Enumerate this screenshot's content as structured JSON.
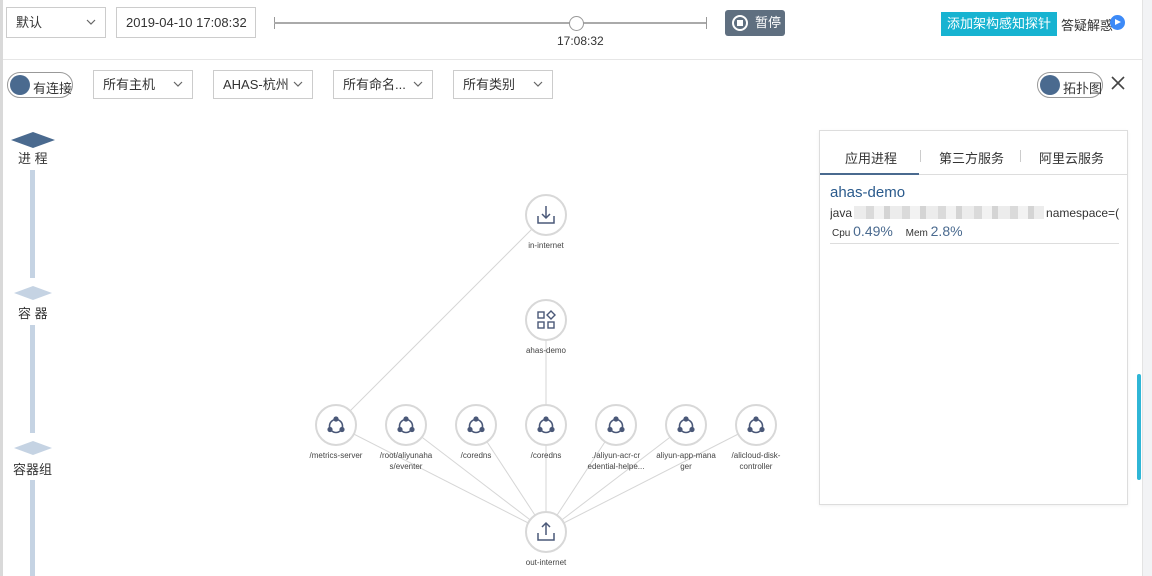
{
  "toolbar": {
    "view_select": "默认",
    "datetime": "2019-04-10 17:08:32",
    "slider_time": "17:08:32",
    "slider_position": 0.7,
    "pause_label": "暂停",
    "add_probe_label": "添加架构感知探针",
    "help_label": "答疑解惑"
  },
  "filters": {
    "connection_toggle": "有连接",
    "host_select": "所有主机",
    "region_select": "AHAS-杭州",
    "namespace_select": "所有命名...",
    "category_select": "所有类别",
    "topology_toggle": "拓扑图"
  },
  "lanes": [
    {
      "label": "进 程"
    },
    {
      "label": "容 器"
    },
    {
      "label": "容器组"
    }
  ],
  "graph": {
    "nodes": [
      {
        "id": "in",
        "kind": "download",
        "label": "in-internet"
      },
      {
        "id": "demo",
        "kind": "app",
        "label": "ahas-demo"
      },
      {
        "id": "c1",
        "kind": "container",
        "label": "/metrics-server"
      },
      {
        "id": "c2",
        "kind": "container",
        "label": "/root/aliyunaha",
        "label2": "s/eventer"
      },
      {
        "id": "c3",
        "kind": "container",
        "label": "/coredns"
      },
      {
        "id": "c4",
        "kind": "container",
        "label": "/coredns"
      },
      {
        "id": "c5",
        "kind": "container",
        "label": "./aliyun-acr-cr",
        "label2": "edential-helpe..."
      },
      {
        "id": "c6",
        "kind": "container",
        "label": "aliyun-app-mana",
        "label2": "ger"
      },
      {
        "id": "c7",
        "kind": "container",
        "label": "/alicloud-disk-",
        "label2": "controller"
      },
      {
        "id": "out",
        "kind": "upload",
        "label": "out-internet"
      }
    ],
    "edges": [
      [
        "in",
        "c1"
      ],
      [
        "demo",
        "c4"
      ],
      [
        "c1",
        "out"
      ],
      [
        "c2",
        "out"
      ],
      [
        "c3",
        "out"
      ],
      [
        "c4",
        "out"
      ],
      [
        "c5",
        "out"
      ],
      [
        "c6",
        "out"
      ],
      [
        "c7",
        "out"
      ]
    ]
  },
  "panel": {
    "tabs": [
      {
        "label": "应用进程",
        "active": true
      },
      {
        "label": "第三方服务",
        "active": false
      },
      {
        "label": "阿里云服务",
        "active": false
      }
    ],
    "process": {
      "name": "ahas-demo",
      "cmd_prefix": "java",
      "cmd_suffix": "namespace=(",
      "cpu_label": "Cpu",
      "cpu_value": "0.49%",
      "mem_label": "Mem",
      "mem_value": "2.8%"
    }
  },
  "colors": {
    "accent": "#17b3d1",
    "pause_button": "#5f6f80",
    "node_icon": "#4a5878",
    "lane": "#c5d3e3",
    "process_name": "#2a5a8c"
  }
}
